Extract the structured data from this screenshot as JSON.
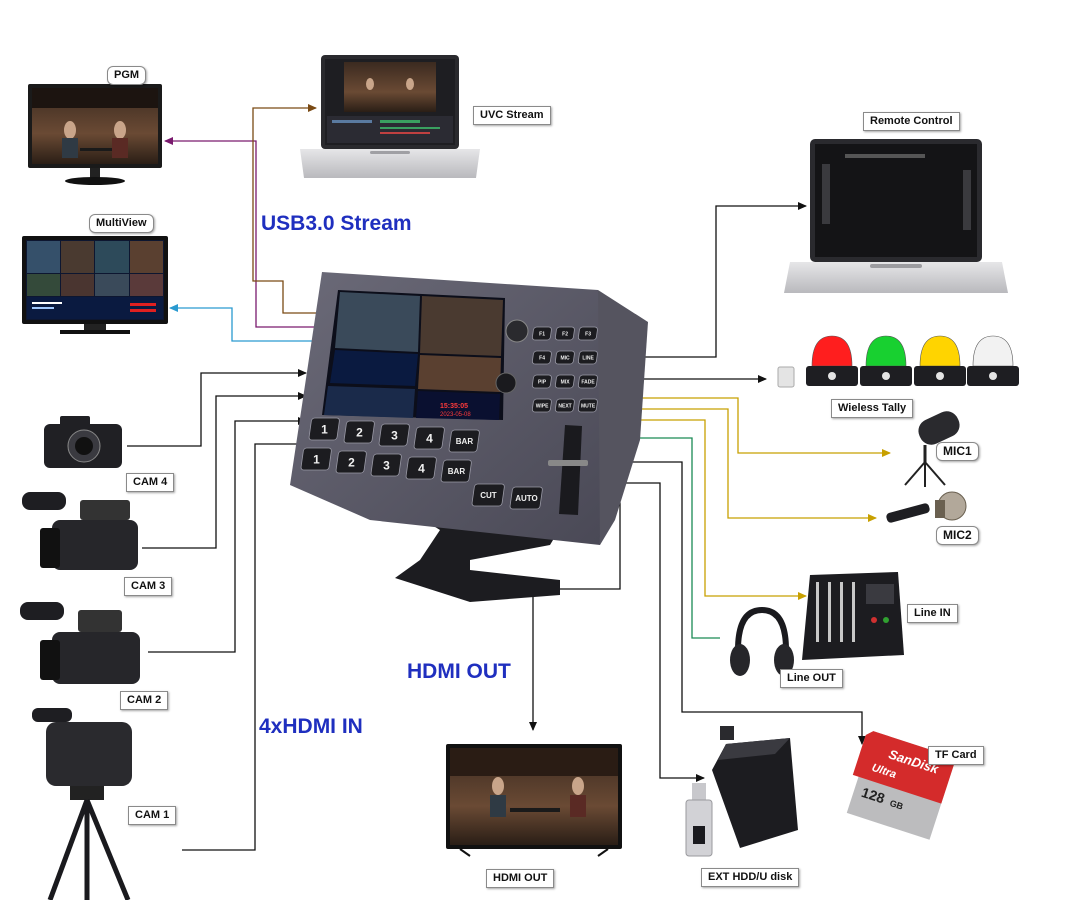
{
  "diagram": {
    "headings": {
      "usb_stream": "USB3.0 Stream",
      "hdmi_out": "HDMI OUT",
      "hdmi_in": "4xHDMI IN"
    },
    "labels": {
      "pgm": "PGM",
      "multiview": "MultiView",
      "uvc_stream": "UVC Stream",
      "remote_control": "Remote Control",
      "wireless_tally": "Wieless Tally",
      "mic1": "MIC1",
      "mic2": "MIC2",
      "line_in": "Line IN",
      "line_out": "Line OUT",
      "tf_card": "TF Card",
      "ext_hdd": "EXT HDD/U disk",
      "hdmi_out_display": "HDMI OUT",
      "cam1": "CAM 1",
      "cam2": "CAM 2",
      "cam3": "CAM 3",
      "cam4": "CAM 4"
    },
    "device": {
      "bus_row1": [
        "1",
        "2",
        "3",
        "4",
        "BAR"
      ],
      "bus_row2": [
        "1",
        "2",
        "3",
        "4",
        "BAR"
      ],
      "transition": [
        "CUT",
        "AUTO"
      ],
      "function_keys": [
        "F1",
        "F2",
        "F3",
        "F4",
        "MIC",
        "LINE",
        "PIP",
        "MIX",
        "FADE",
        "WIPE",
        "NEXT",
        "MUTE"
      ],
      "screen_time": "15:35:05",
      "screen_date": "2023-05-08"
    },
    "tally_colors": [
      "#ff1e1e",
      "#18d030",
      "#ffd400",
      "#f2f2f2"
    ],
    "line_colors": {
      "pgm": "#7a1a6e",
      "uvc": "#7a4a14",
      "multiview": "#2a9ad0",
      "audio": "#c8a000",
      "line_out": "#1a8a55",
      "black": "#111111"
    },
    "sd_card": {
      "brand": "SanDisk",
      "line": "Ultra",
      "capacity": "128",
      "unit": "GB"
    }
  }
}
